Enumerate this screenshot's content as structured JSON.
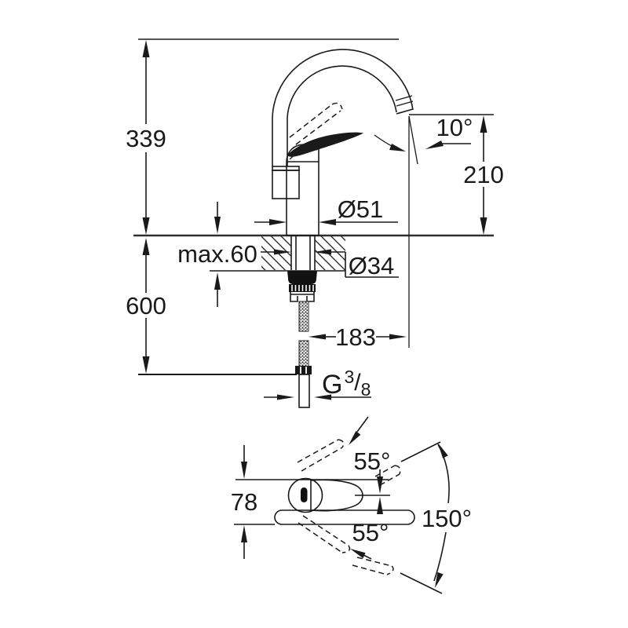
{
  "drawing": {
    "type": "faucet-installation-dimension-drawing",
    "colors": {
      "ink": "#1a1a1a",
      "deck_line": "#303030",
      "background": "#ffffff"
    },
    "front_view": {
      "overall_height": "339",
      "below_deck_height": "600",
      "deck_thickness_max": "max.60",
      "body_diameter": "Ø51",
      "hole_diameter": "Ø34",
      "spout_height": "210",
      "spout_tilt_angle": "10°",
      "spout_reach": "183",
      "thread": {
        "g": "G",
        "numerator": "3",
        "slash": "/",
        "denominator": "8"
      }
    },
    "top_view": {
      "depth": "78",
      "lever_up_angle": "55°",
      "lever_down_angle": "55°",
      "swivel_angle": "150°"
    }
  }
}
